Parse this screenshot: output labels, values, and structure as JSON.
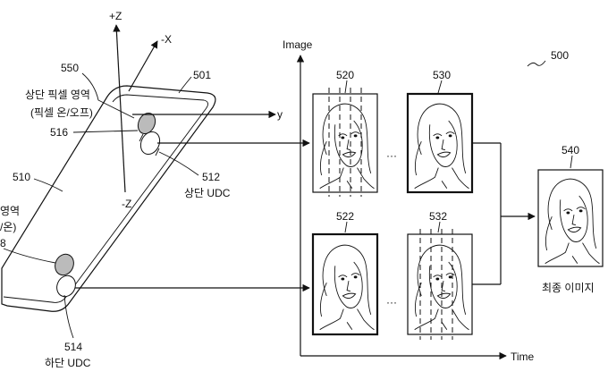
{
  "figure": {
    "ref_main": "500",
    "device": {
      "ref": "501",
      "ref_body": "510",
      "axes": {
        "pz": "+Z",
        "mz": "-Z",
        "mx": "-X",
        "y": "y"
      },
      "top_pixel": {
        "ref": "550",
        "title": "상단 픽셀 영역",
        "sub": "(픽셀 온/오프)"
      },
      "top_udc": {
        "ref_camera": "516",
        "ref": "512",
        "label": "상단 UDC"
      },
      "bottom_pixel": {
        "title": "영역",
        "sub": "/온)",
        "ref_partial": "8"
      },
      "bottom_udc": {
        "ref": "514",
        "label": "하단 UDC"
      }
    },
    "graph": {
      "y_axis": "Image",
      "x_axis": "Time"
    },
    "frames": {
      "f520": "520",
      "f530": "530",
      "f522": "522",
      "f532": "532",
      "ellipsis": "···",
      "final": "540",
      "final_label": "최종 이미지"
    }
  }
}
